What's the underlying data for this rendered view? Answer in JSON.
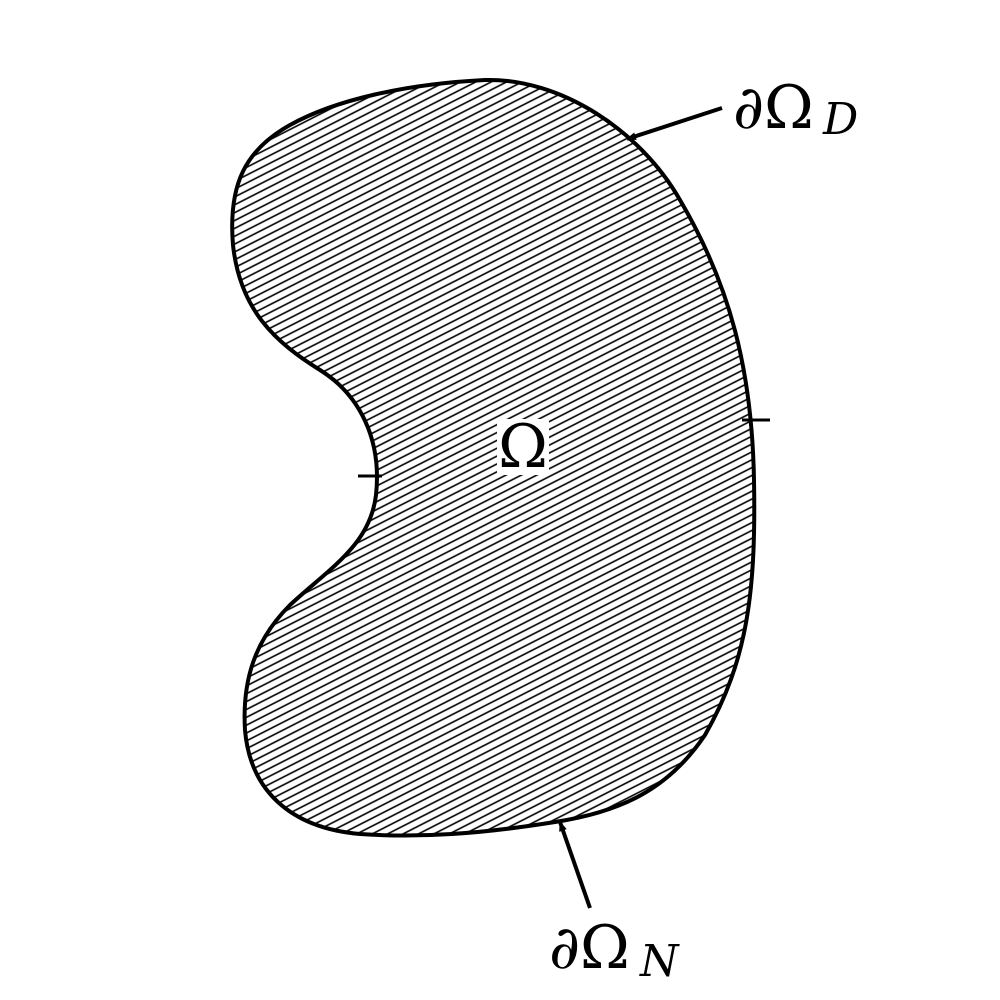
{
  "diagram": {
    "domain_label": "Ω",
    "dirichlet_boundary": {
      "symbol": "∂Ω",
      "subscript": "D"
    },
    "neumann_boundary": {
      "symbol": "∂Ω",
      "subscript": "N"
    }
  },
  "colors": {
    "ink": "#000000",
    "background": "#ffffff",
    "hatch": "#000000"
  }
}
